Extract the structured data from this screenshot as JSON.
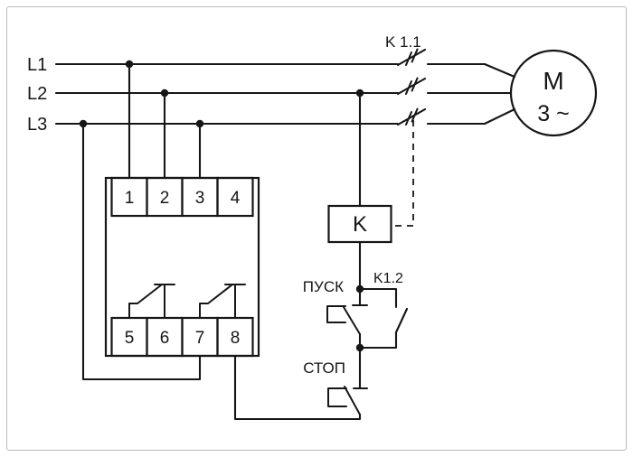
{
  "diagram": {
    "phases": [
      "L1",
      "L2",
      "L3"
    ],
    "main_contact_label": "K 1.1",
    "coil_label": "K",
    "aux_contact_label": "K1.2",
    "start_button_label": "ПУСК",
    "stop_button_label": "СТОП",
    "motor": {
      "symbol": "M",
      "type": "3 ~"
    },
    "relay_terminals": {
      "top": [
        "1",
        "2",
        "3",
        "4"
      ],
      "bottom": [
        "5",
        "6",
        "7",
        "8"
      ]
    },
    "colors": {
      "line": "#161616",
      "background": "#ffffff",
      "frame_border": "#b9b9b9"
    }
  }
}
